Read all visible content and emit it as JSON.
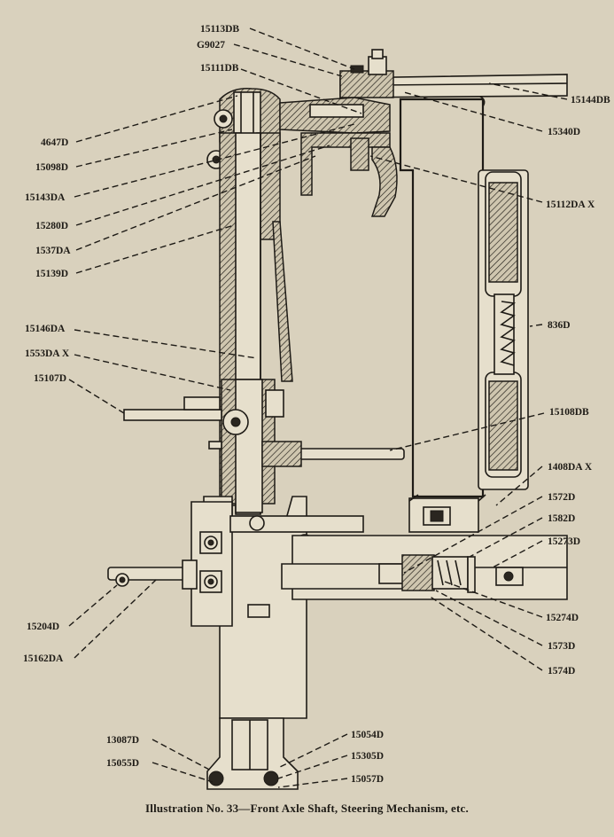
{
  "caption": "Illustration No. 33—Front Axle Shaft, Steering Mechanism, etc.",
  "labels": {
    "l15113DB": "15113DB",
    "lG9027": "G9027",
    "l15111DB": "15111DB",
    "l15144DB": "15144DB",
    "l15340D": "15340D",
    "l4647D": "4647D",
    "l15098D": "15098D",
    "l15143DA": "15143DA",
    "l15280D": "15280D",
    "l1537DA": "1537DA",
    "l15139D": "15139D",
    "l15112DAX": "15112DA X",
    "l836D": "836D",
    "l15146DA": "15146DA",
    "l1553DAX": "1553DA X",
    "l15107D": "15107D",
    "l15108DB": "15108DB",
    "l1408DAX": "1408DA X",
    "l1572D": "1572D",
    "l1582D": "1582D",
    "l15273D": "15273D",
    "l15274D": "15274D",
    "l1573D": "1573D",
    "l1574D": "1574D",
    "l15204D": "15204D",
    "l15162DA": "15162DA",
    "l13087D": "13087D",
    "l15055D": "15055D",
    "l15054D": "15054D",
    "l15305D": "15305D",
    "l15057D": "15057D"
  }
}
